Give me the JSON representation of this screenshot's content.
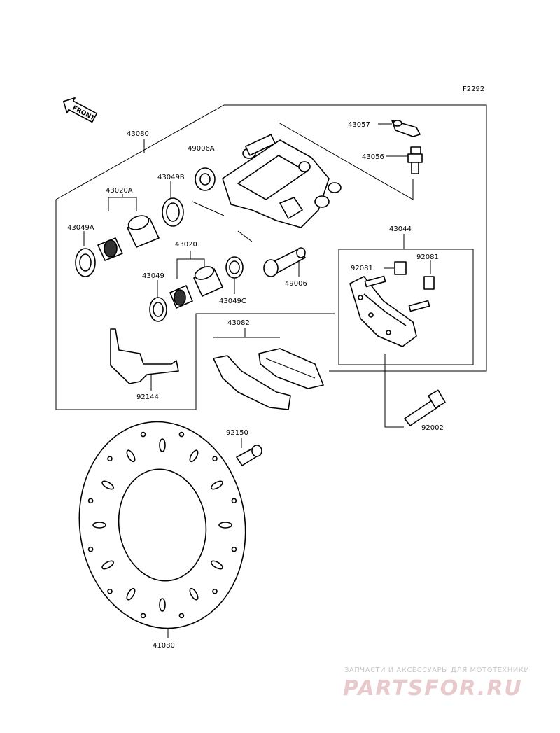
{
  "figure_code": "F2292",
  "front_label": "FRONT",
  "parts": {
    "p43080": "43080",
    "p49006a": "49006A",
    "p43049b": "43049B",
    "p43020a": "43020A",
    "p43049a": "43049A",
    "p43020": "43020",
    "p43049": "43049",
    "p43049c": "43049C",
    "p49006": "49006",
    "p43057": "43057",
    "p43056": "43056",
    "p43044": "43044",
    "p92081_left": "92081",
    "p92081_right": "92081",
    "p43082": "43082",
    "p92144": "92144",
    "p92150": "92150",
    "p92002": "92002",
    "p41080": "41080"
  },
  "watermark": {
    "tagline": "ЗАПЧАСТИ И АКСЕССУАРЫ ДЛЯ МОТОТЕХНИКИ",
    "brand": "PARTSFOR.RU"
  }
}
